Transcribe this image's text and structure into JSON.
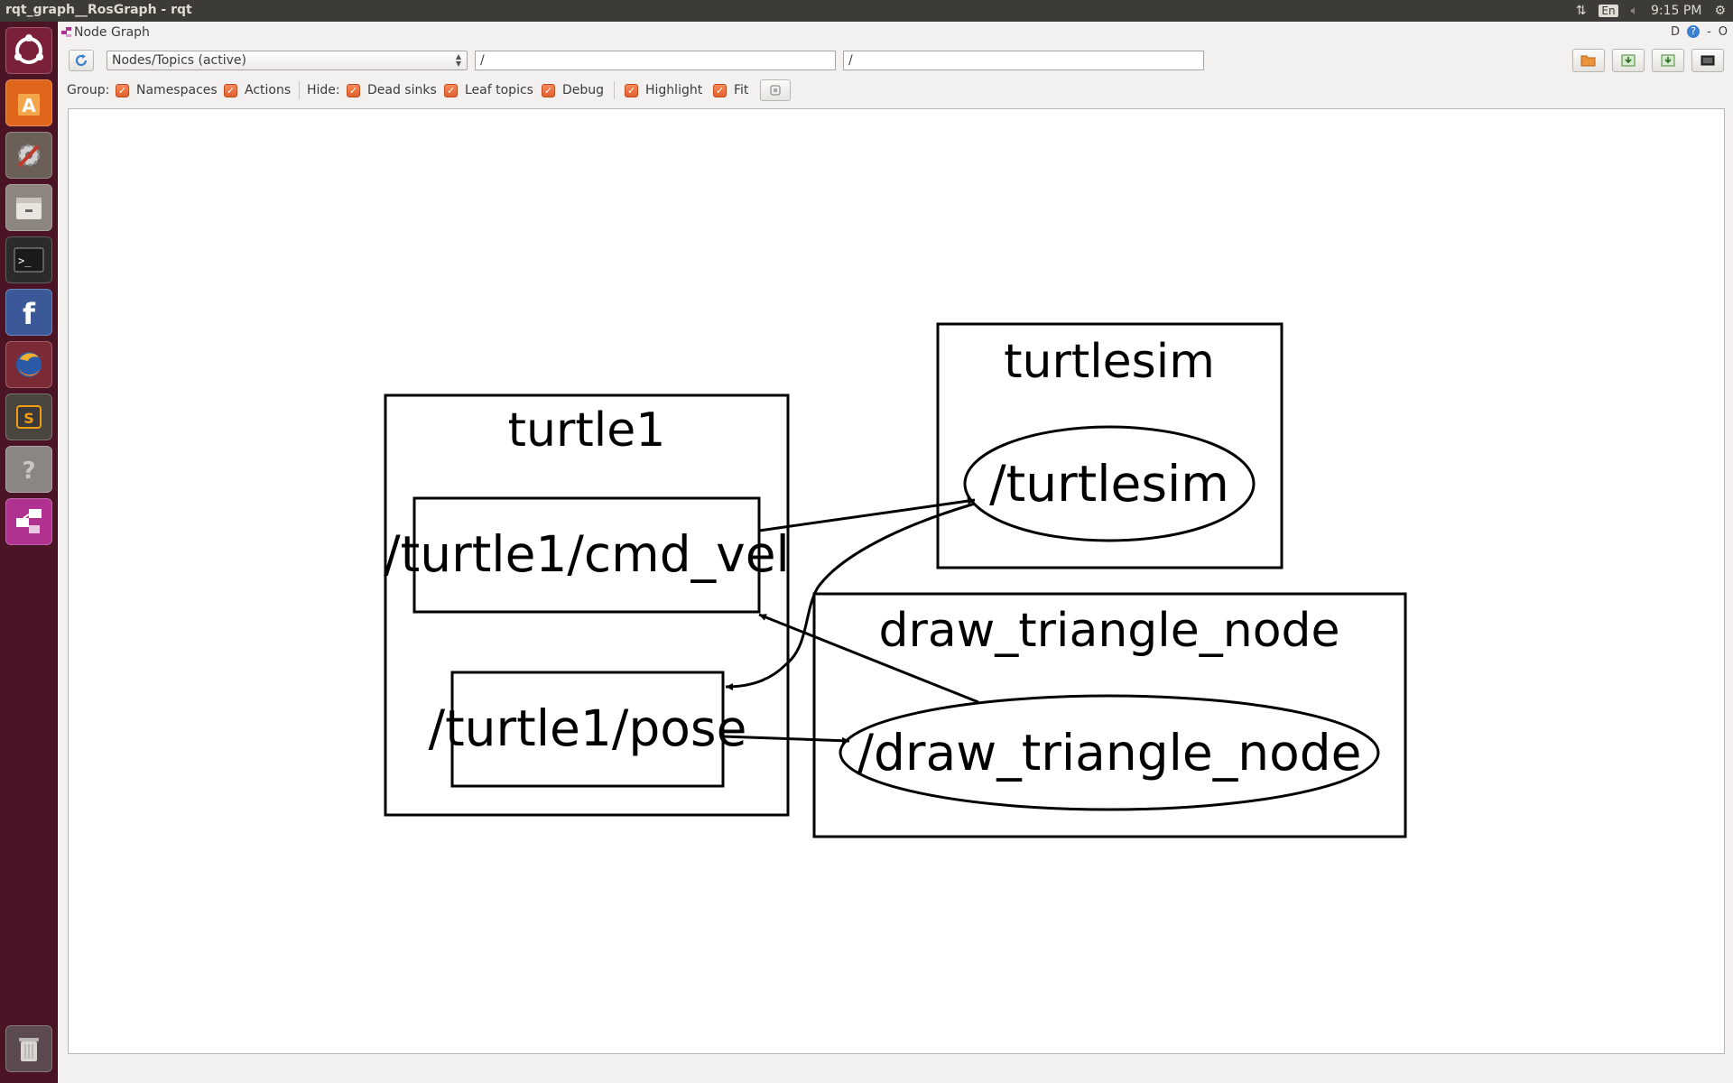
{
  "window": {
    "title": "rqt_graph__RosGraph - rqt",
    "clock": "9:15 PM",
    "lang": "En"
  },
  "dock": {
    "title": "Node Graph",
    "right_controls": [
      "D",
      "?",
      "-",
      "O"
    ]
  },
  "toolbar": {
    "graph_type": "Nodes/Topics (active)",
    "ns_filter": "/",
    "topic_filter": "/"
  },
  "options": {
    "group_label": "Group:",
    "namespaces": "Namespaces",
    "actions": "Actions",
    "hide_label": "Hide:",
    "dead_sinks": "Dead sinks",
    "leaf_topics": "Leaf topics",
    "debug": "Debug",
    "highlight": "Highlight",
    "fit": "Fit"
  },
  "launcher_icons": [
    "ubuntu-dash-icon",
    "software-center-icon",
    "system-settings-icon",
    "files-icon",
    "terminal-icon",
    "facebook-icon",
    "firefox-icon",
    "sublime-text-icon",
    "help-icon",
    "rqt-graph-icon",
    "trash-icon"
  ],
  "graph": {
    "clusters": [
      {
        "id": "turtle1",
        "label": "turtle1"
      },
      {
        "id": "turtlesim",
        "label": "turtlesim"
      },
      {
        "id": "draw_triangle_node",
        "label": "draw_triangle_node"
      }
    ],
    "topics": [
      {
        "id": "cmd_vel",
        "label": "/turtle1/cmd_vel"
      },
      {
        "id": "pose",
        "label": "/turtle1/pose"
      }
    ],
    "nodes": [
      {
        "id": "turtlesim_node",
        "label": "/turtlesim"
      },
      {
        "id": "draw_node",
        "label": "/draw_triangle_node"
      }
    ],
    "edges": [
      {
        "from": "/turtle1/cmd_vel",
        "to": "/turtlesim"
      },
      {
        "from": "/turtlesim",
        "to": "/turtle1/pose"
      },
      {
        "from": "/draw_triangle_node",
        "to": "/turtle1/cmd_vel"
      },
      {
        "from": "/turtle1/pose",
        "to": "/draw_triangle_node"
      }
    ]
  }
}
